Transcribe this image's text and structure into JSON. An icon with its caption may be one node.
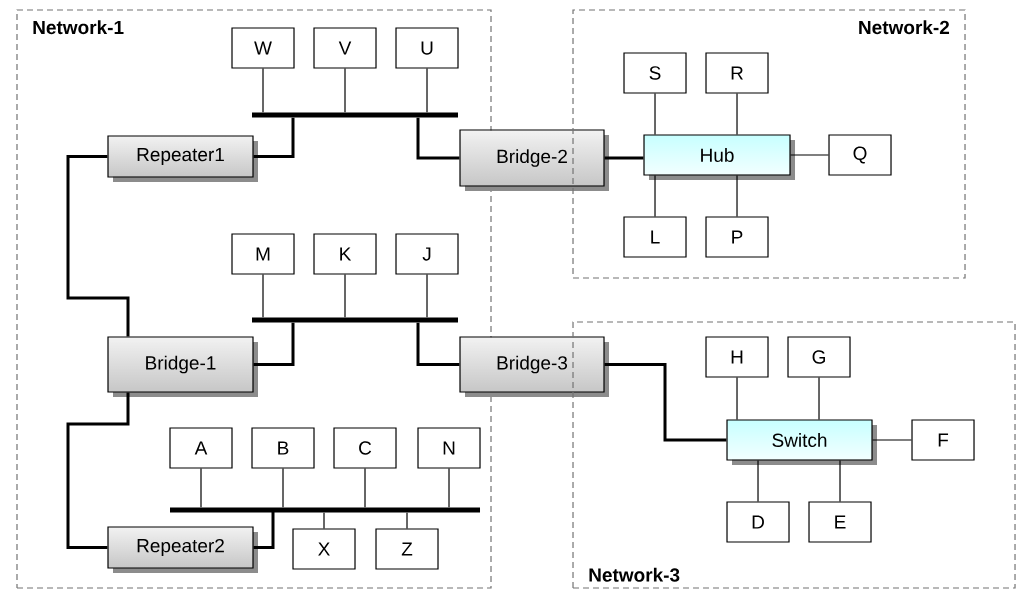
{
  "diagram": {
    "nodes": [
      {
        "text": [
          "Network-1"
        ]
      },
      {
        "text": [
          "W"
        ],
        "in": 0
      },
      {
        "text": [
          "V"
        ],
        "in": 0
      },
      {
        "text": [
          "U"
        ],
        "in": 0
      },
      {
        "text": [],
        "shape": "bar",
        "in": 0
      },
      {
        "text": [
          "Repeater1"
        ],
        "in": 0
      },
      {
        "text": [
          "Bridge-2"
        ]
      },
      {
        "text": [
          "M"
        ],
        "in": 0
      },
      {
        "text": [
          "K"
        ],
        "in": 0
      },
      {
        "text": [
          "J"
        ],
        "in": 0
      },
      {
        "text": [],
        "shape": "bar",
        "in": 0
      },
      {
        "text": [
          "Bridge-1"
        ],
        "in": 0
      },
      {
        "text": [
          "Bridge-3"
        ]
      },
      {
        "text": [
          "A"
        ],
        "in": 0
      },
      {
        "text": [
          "B"
        ],
        "in": 0
      },
      {
        "text": [
          "C"
        ],
        "in": 0
      },
      {
        "text": [
          "N"
        ],
        "in": 0
      },
      {
        "text": [],
        "shape": "bar",
        "in": 0
      },
      {
        "text": [
          "Repeater2"
        ],
        "in": 0
      },
      {
        "text": [
          "X"
        ],
        "in": 0
      },
      {
        "text": [
          "Z"
        ],
        "in": 0
      },
      {
        "text": [
          "Network-2"
        ]
      },
      {
        "text": [
          "S"
        ],
        "in": 21
      },
      {
        "text": [
          "R"
        ],
        "in": 21
      },
      {
        "text": [
          "Hub"
        ],
        "in": 21
      },
      {
        "text": [
          "Q"
        ],
        "in": 21
      },
      {
        "text": [
          "L"
        ],
        "in": 21
      },
      {
        "text": [
          "P"
        ],
        "in": 21
      },
      {
        "text": [
          "Network-3"
        ]
      },
      {
        "text": [
          "H"
        ],
        "in": 28
      },
      {
        "text": [
          "G"
        ],
        "in": 28
      },
      {
        "text": [
          "Switch"
        ],
        "in": 28
      },
      {
        "text": [
          "F"
        ],
        "in": 28
      },
      {
        "text": [
          "D"
        ],
        "in": 28
      },
      {
        "text": [
          "E"
        ],
        "in": 28
      }
    ],
    "edges": [
      {
        "from": 1,
        "to": 4,
        "arrow": "none"
      },
      {
        "from": 2,
        "to": 4,
        "arrow": "none"
      },
      {
        "from": 3,
        "to": 4,
        "arrow": "none"
      },
      {
        "from": 5,
        "to": 4,
        "arrow": "none",
        "style": "thick"
      },
      {
        "from": 6,
        "to": 4,
        "arrow": "none",
        "style": "thick"
      },
      {
        "from": 5,
        "to": 11,
        "arrow": "none",
        "style": "thick"
      },
      {
        "from": 6,
        "to": 24,
        "arrow": "none",
        "style": "thick"
      },
      {
        "from": 7,
        "to": 10,
        "arrow": "none"
      },
      {
        "from": 8,
        "to": 10,
        "arrow": "none"
      },
      {
        "from": 9,
        "to": 10,
        "arrow": "none"
      },
      {
        "from": 11,
        "to": 10,
        "arrow": "none",
        "style": "thick"
      },
      {
        "from": 12,
        "to": 10,
        "arrow": "none",
        "style": "thick"
      },
      {
        "from": 12,
        "to": 31,
        "arrow": "none",
        "style": "thick"
      },
      {
        "from": 11,
        "to": 18,
        "arrow": "none",
        "style": "thick"
      },
      {
        "from": 13,
        "to": 17,
        "arrow": "none"
      },
      {
        "from": 14,
        "to": 17,
        "arrow": "none"
      },
      {
        "from": 15,
        "to": 17,
        "arrow": "none"
      },
      {
        "from": 16,
        "to": 17,
        "arrow": "none"
      },
      {
        "from": 18,
        "to": 17,
        "arrow": "none",
        "style": "thick"
      },
      {
        "from": 19,
        "to": 17,
        "arrow": "none"
      },
      {
        "from": 20,
        "to": 17,
        "arrow": "none"
      },
      {
        "from": 22,
        "to": 24,
        "arrow": "none"
      },
      {
        "from": 23,
        "to": 24,
        "arrow": "none"
      },
      {
        "from": 25,
        "to": 24,
        "arrow": "none"
      },
      {
        "from": 26,
        "to": 24,
        "arrow": "none"
      },
      {
        "from": 27,
        "to": 24,
        "arrow": "none"
      },
      {
        "from": 29,
        "to": 31,
        "arrow": "none"
      },
      {
        "from": 30,
        "to": 31,
        "arrow": "none"
      },
      {
        "from": 32,
        "to": 31,
        "arrow": "none"
      },
      {
        "from": 33,
        "to": 31,
        "arrow": "none"
      },
      {
        "from": 34,
        "to": 31,
        "arrow": "none"
      }
    ]
  }
}
